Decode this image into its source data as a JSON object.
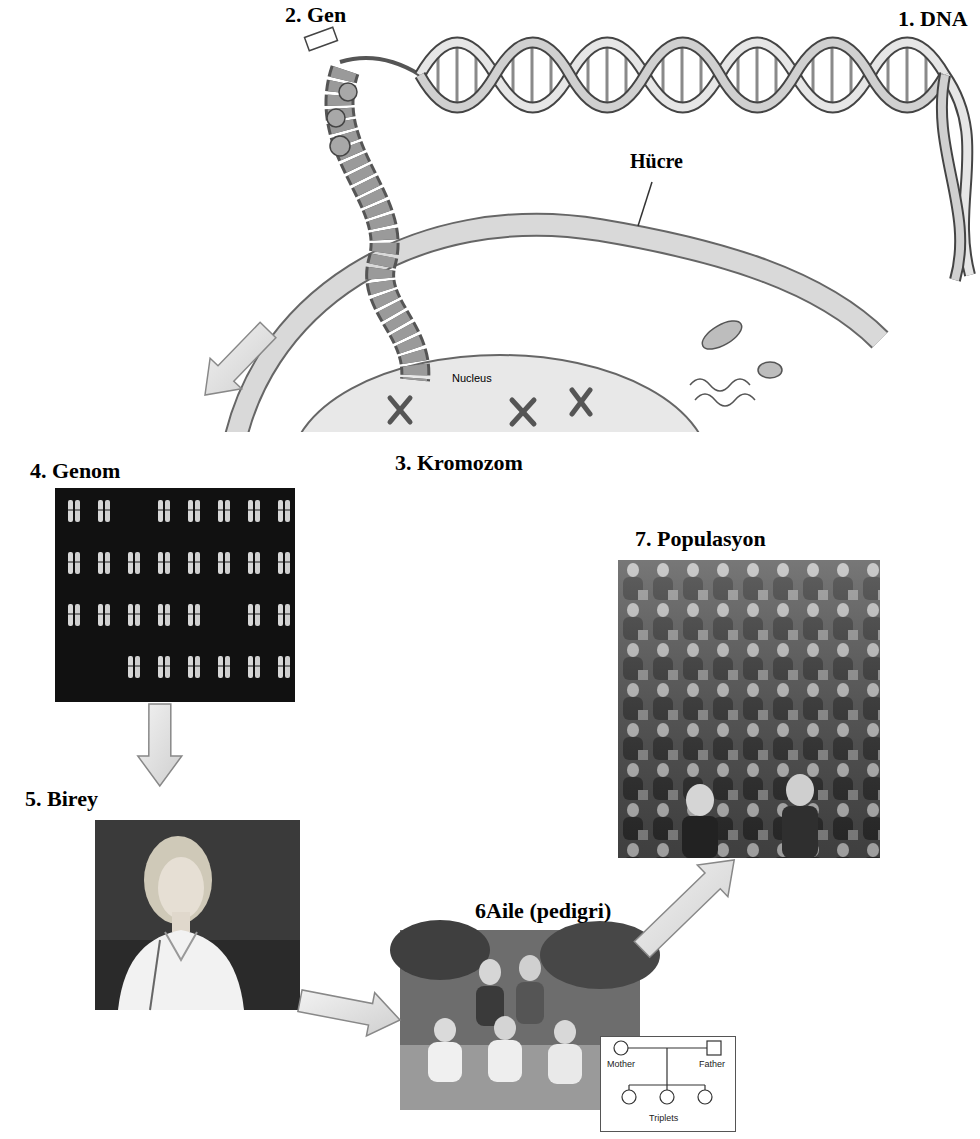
{
  "diagram": {
    "nodes": [
      {
        "text": [
          "4. Genom"
        ]
      },
      {
        "text": [
          "5. Birey"
        ]
      },
      {
        "text": [
          "6Aile (pedigri)"
        ]
      },
      {
        "text": [
          "7. Populasyon"
        ]
      },
      {
        "text": [
          "Mother",
          "Father",
          "Triplets"
        ]
      }
    ],
    "edges": [
      {
        "from": 0,
        "to": 1,
        "arrow": "to"
      },
      {
        "from": 1,
        "to": 2,
        "arrow": "to"
      },
      {
        "from": 2,
        "to": 3,
        "arrow": "to"
      }
    ],
    "labels": [
      "2. Gen",
      "1. DNA",
      "Hücre",
      "Nucleus",
      "3. Kromozom"
    ]
  }
}
